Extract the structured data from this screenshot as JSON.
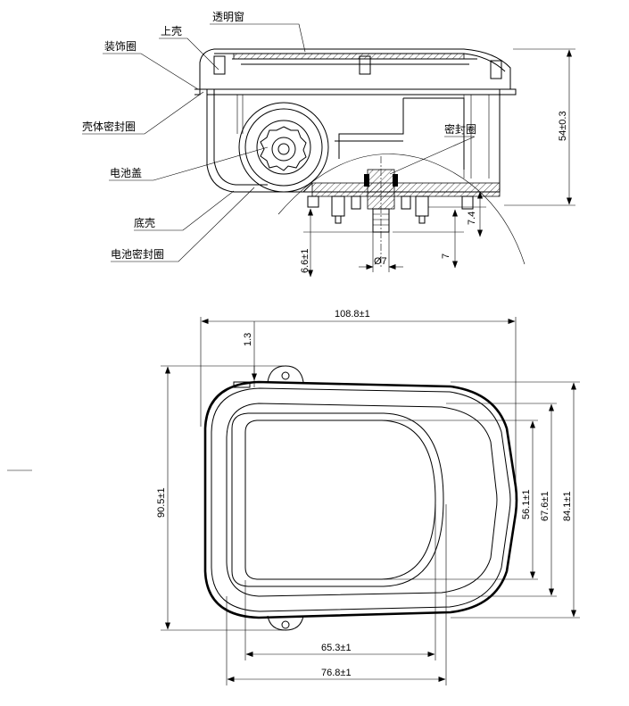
{
  "labels": {
    "transparent_window": "透明窗",
    "upper_shell": "上壳",
    "decor_ring": "装饰圈",
    "shell_seal": "壳体密封圈",
    "seal_ring": "密封圈",
    "battery_cover": "电池盖",
    "bottom_shell": "底壳",
    "battery_seal": "电池密封圈"
  },
  "dimensions": {
    "height_side": "54±0.3",
    "gap_74": "7.4",
    "depth_7": "7",
    "thread_66": "6.6±1",
    "diameter": "Ø7",
    "overall_width": "108.8±1",
    "tab_13": "1.3",
    "overall_height": "90.5±1",
    "window_h": "56.1±1",
    "inner_h": "67.6±1",
    "outer_h": "84.1±1",
    "window_w": "65.3±1",
    "inner_w": "76.8±1"
  }
}
